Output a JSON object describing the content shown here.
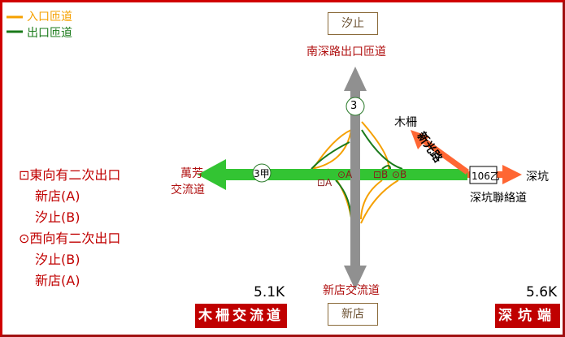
{
  "legend": [
    {
      "label": "入口匝道",
      "color": "#f5a000"
    },
    {
      "label": "出口匝道",
      "color": "#1a7a1a"
    }
  ],
  "north": {
    "box": "汐止",
    "road": "南深路出口匝道",
    "route": "3"
  },
  "south": {
    "box": "新店",
    "road": "新店交流道"
  },
  "west": {
    "road_line1": "萬芳",
    "road_line2": "交流道",
    "route": "3甲"
  },
  "east": {
    "place": "深坑",
    "road": "深坑聯絡道",
    "route": "106乙"
  },
  "northeast": {
    "place": "木柵",
    "road": "新光路"
  },
  "ramps": {
    "a_exit": "⊡A",
    "a_exit2": "⊙A",
    "b_exit": "⊡B",
    "b_exit2": "⊙B"
  },
  "exits": {
    "east_title": "⊡東向有二次出口",
    "east_1": "新店(A)",
    "east_2": "汐止(B)",
    "west_title": "⊙西向有二次出口",
    "west_1": "汐止(B)",
    "west_2": "新店(A)"
  },
  "signs": {
    "left_dist": "5.1K",
    "left_name": "木柵交流道",
    "right_dist": "5.6K",
    "right_name": "深坑端"
  }
}
